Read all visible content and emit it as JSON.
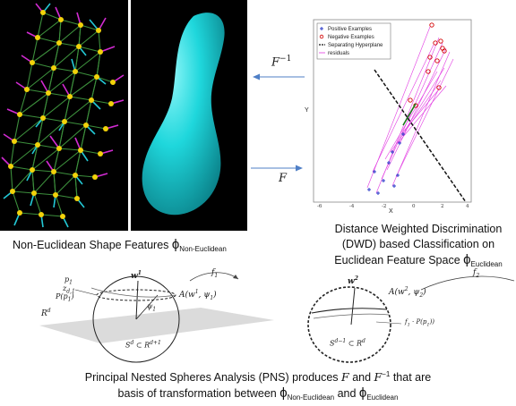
{
  "top_left": {
    "caption_prefix": "Non-Euclidean Shape Features ",
    "caption_phi": "ϕ",
    "caption_sub": "Non-Euclidean"
  },
  "arrows": {
    "inverse_label": "F",
    "inverse_sup": "−1",
    "forward_label": "F"
  },
  "plot": {
    "legend": [
      "Positive Examples",
      "Negative Examples",
      "Separating Hyperplane",
      "residuals"
    ],
    "ylabel": "Y",
    "xlabel": "X"
  },
  "dwd": {
    "line1": "Distance Weighted Discrimination",
    "line2": "(DWD) based Classification on",
    "line3_prefix": "Euclidean Feature Space ",
    "line3_phi": "ϕ",
    "line3_sub": "Euclidean"
  },
  "pns_diagram": {
    "p1": "p",
    "p1_sub": "1",
    "z": "z",
    "z_sub": "d,1",
    "P_p1": "P(p",
    "P_p1_sub": "1",
    "Rd": "R",
    "Rd_sup": "d",
    "w1": "w",
    "w1_sup": "1",
    "psi1": "ψ",
    "psi1_sub": "1",
    "A1": "A(w",
    "A1_rest": ", ψ",
    "Sd": "S",
    "Sd_rest": " ⊂ R",
    "f1": "f",
    "f1_sub": "1",
    "w2": "w",
    "w2_sup": "2",
    "A2": "A(w",
    "A2_rest": ", ψ",
    "Sd1": "S",
    "Sd1_rest": " ⊂ R",
    "f1P": "f",
    "f1P_rest": " · P(p",
    "f2": "f",
    "f2_sub": "2"
  },
  "bottom": {
    "line1_a": "Principal Nested Spheres Analysis (PNS) produces ",
    "line1_F": "F",
    "line1_b": " and ",
    "line1_F2": "F",
    "line1_sup": "−1",
    "line1_c": " that are",
    "line2_a": "basis of transformation between ",
    "line2_phi1": "ϕ",
    "line2_sub1": "Non-Euclidean",
    "line2_b": " and ",
    "line2_phi2": "ϕ",
    "line2_sub2": "Euclidean"
  }
}
